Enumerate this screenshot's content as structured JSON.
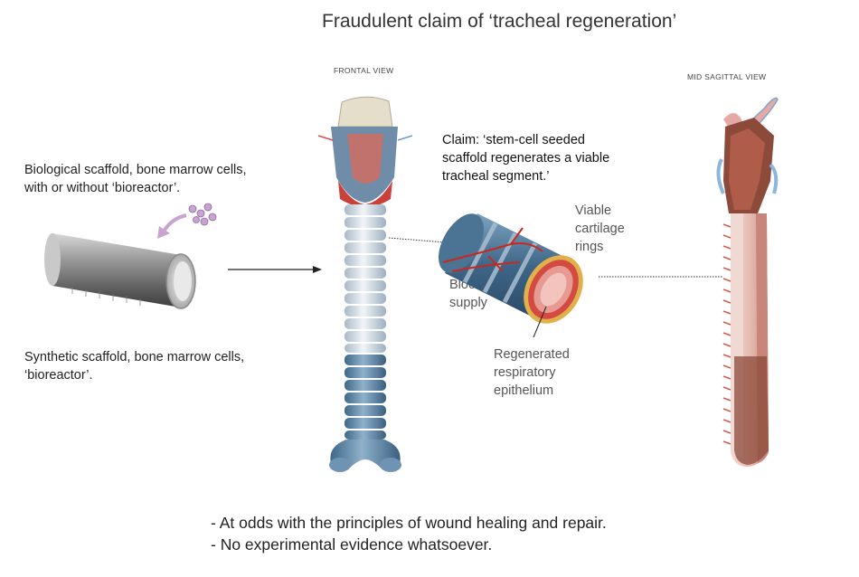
{
  "title": "Fraudulent claim of ‘tracheal regeneration’",
  "view_labels": {
    "frontal": "FRONTAL VIEW",
    "mid_sagittal": "MID SAGITTAL VIEW"
  },
  "left_captions": {
    "biological": [
      "Biological scaffold, bone marrow cells,",
      "with or without ‘bioreactor’."
    ],
    "synthetic": [
      "Synthetic scaffold, bone marrow cells,",
      "‘bioreactor’."
    ]
  },
  "claim": [
    "Claim: ‘stem-cell seeded",
    "scaffold regenerates a viable",
    "tracheal segment.’"
  ],
  "annotations": {
    "cartilage": [
      "Viable",
      "cartilage",
      "rings"
    ],
    "blood": [
      "Blood",
      "supply"
    ],
    "epithelium": [
      "Regenerated",
      "respiratory",
      "epithelium"
    ]
  },
  "bottom_points": [
    "- At odds with the principles of wound healing and repair.",
    "- No experimental evidence whatsoever."
  ],
  "colors": {
    "scaffold": "#8a8a8a",
    "cartilage_ring": "#dfe6ee",
    "blue_segment": "#5f86a6",
    "larynx_red": "#c8413b",
    "mucosa_pink": "#e9a3a0",
    "sagittal_brown": "#8b4a3a"
  }
}
